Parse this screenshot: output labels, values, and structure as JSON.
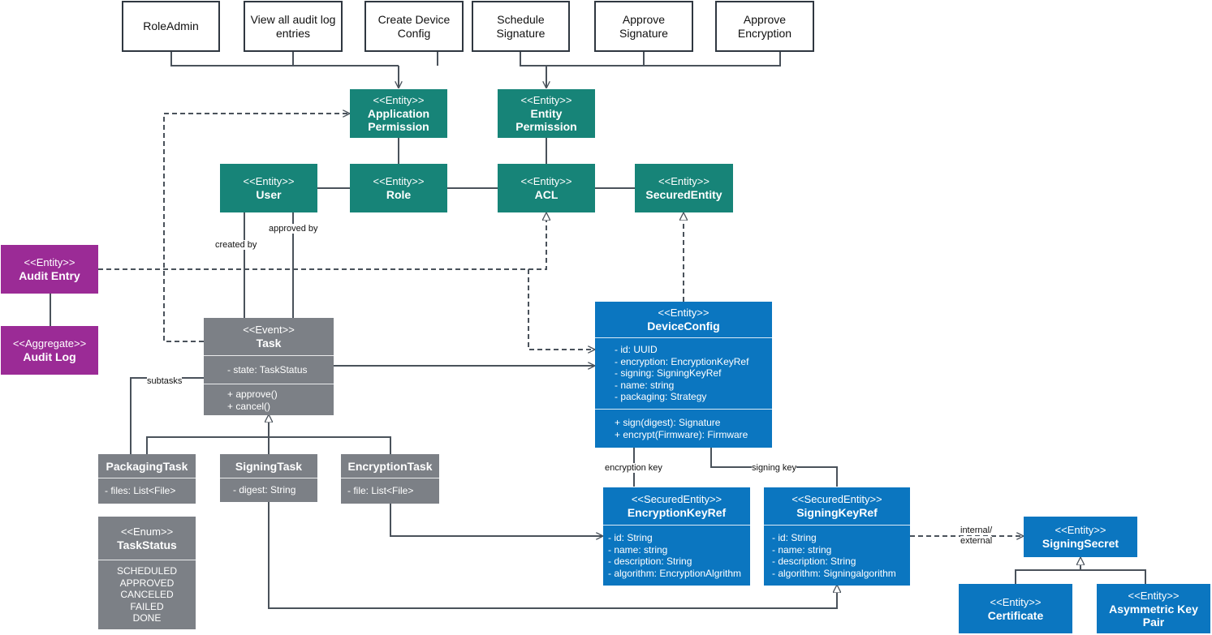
{
  "top_boxes": {
    "role_admin": "RoleAdmin",
    "view_audit_line1": "View all audit log",
    "view_audit_line2": "entries",
    "create_device_line1": "Create Device",
    "create_device_line2": "Config",
    "schedule_sig_line1": "Schedule",
    "schedule_sig_line2": "Signature",
    "approve_sig_line1": "Approve",
    "approve_sig_line2": "Signature",
    "approve_enc_line1": "Approve",
    "approve_enc_line2": "Encryption"
  },
  "stereotypes": {
    "entity": "<<Entity>>",
    "event": "<<Event>>",
    "aggregate": "<<Aggregate>>",
    "enum": "<<Enum>>",
    "secured_entity": "<<SecuredEntity>>"
  },
  "entities": {
    "app_permission_line1": "Application",
    "app_permission_line2": "Permission",
    "entity_permission_line1": "Entity",
    "entity_permission_line2": "Permission",
    "user": "User",
    "role": "Role",
    "acl": "ACL",
    "secured_entity": "SecuredEntity",
    "audit_entry": "Audit Entry",
    "audit_log": "Audit Log",
    "signing_secret": "SigningSecret",
    "certificate": "Certificate",
    "asym_key_line1": "Asymmetric Key",
    "asym_key_line2": "Pair"
  },
  "task": {
    "name": "Task",
    "attribute": "- state: TaskStatus",
    "methods": [
      "+ approve()",
      "+ cancel()"
    ]
  },
  "packaging_task": {
    "name": "PackagingTask",
    "attribute": "- files: List<File>"
  },
  "signing_task": {
    "name": "SigningTask",
    "attribute": "- digest: String"
  },
  "encryption_task": {
    "name": "EncryptionTask",
    "attribute": "- file: List<File>"
  },
  "task_status": {
    "name": "TaskStatus",
    "values": [
      "SCHEDULED",
      "APPROVED",
      "CANCELED",
      "FAILED",
      "DONE"
    ]
  },
  "device_config": {
    "name": "DeviceConfig",
    "attributes": [
      "- id: UUID",
      "- encryption: EncryptionKeyRef",
      "- signing: SigningKeyRef",
      "- name: string",
      "- packaging: Strategy"
    ],
    "methods": [
      "+ sign(digest): Signature",
      "+ encrypt(Firmware): Firmware"
    ]
  },
  "encryption_key_ref": {
    "name": "EncryptionKeyRef",
    "attributes": [
      "- id: String",
      "- name: string",
      "- description: String",
      "- algorithm: EncryptionAlgrithm"
    ]
  },
  "signing_key_ref": {
    "name": "SigningKeyRef",
    "attributes": [
      "- id: String",
      "- name: string",
      "- description: String",
      "- algorithm: Signingalgorithm"
    ]
  },
  "edge_labels": {
    "created_by": "created by",
    "approved_by": "approved by",
    "subtasks": "subtasks",
    "encryption_key": "encryption key",
    "signing_key": "signing key",
    "internal": "internal/",
    "external": "external"
  },
  "colors": {
    "teal": "#178478",
    "purple": "#9b2b96",
    "blue": "#0b76c0",
    "gray": "#7c8086",
    "line": "#4a525b"
  }
}
